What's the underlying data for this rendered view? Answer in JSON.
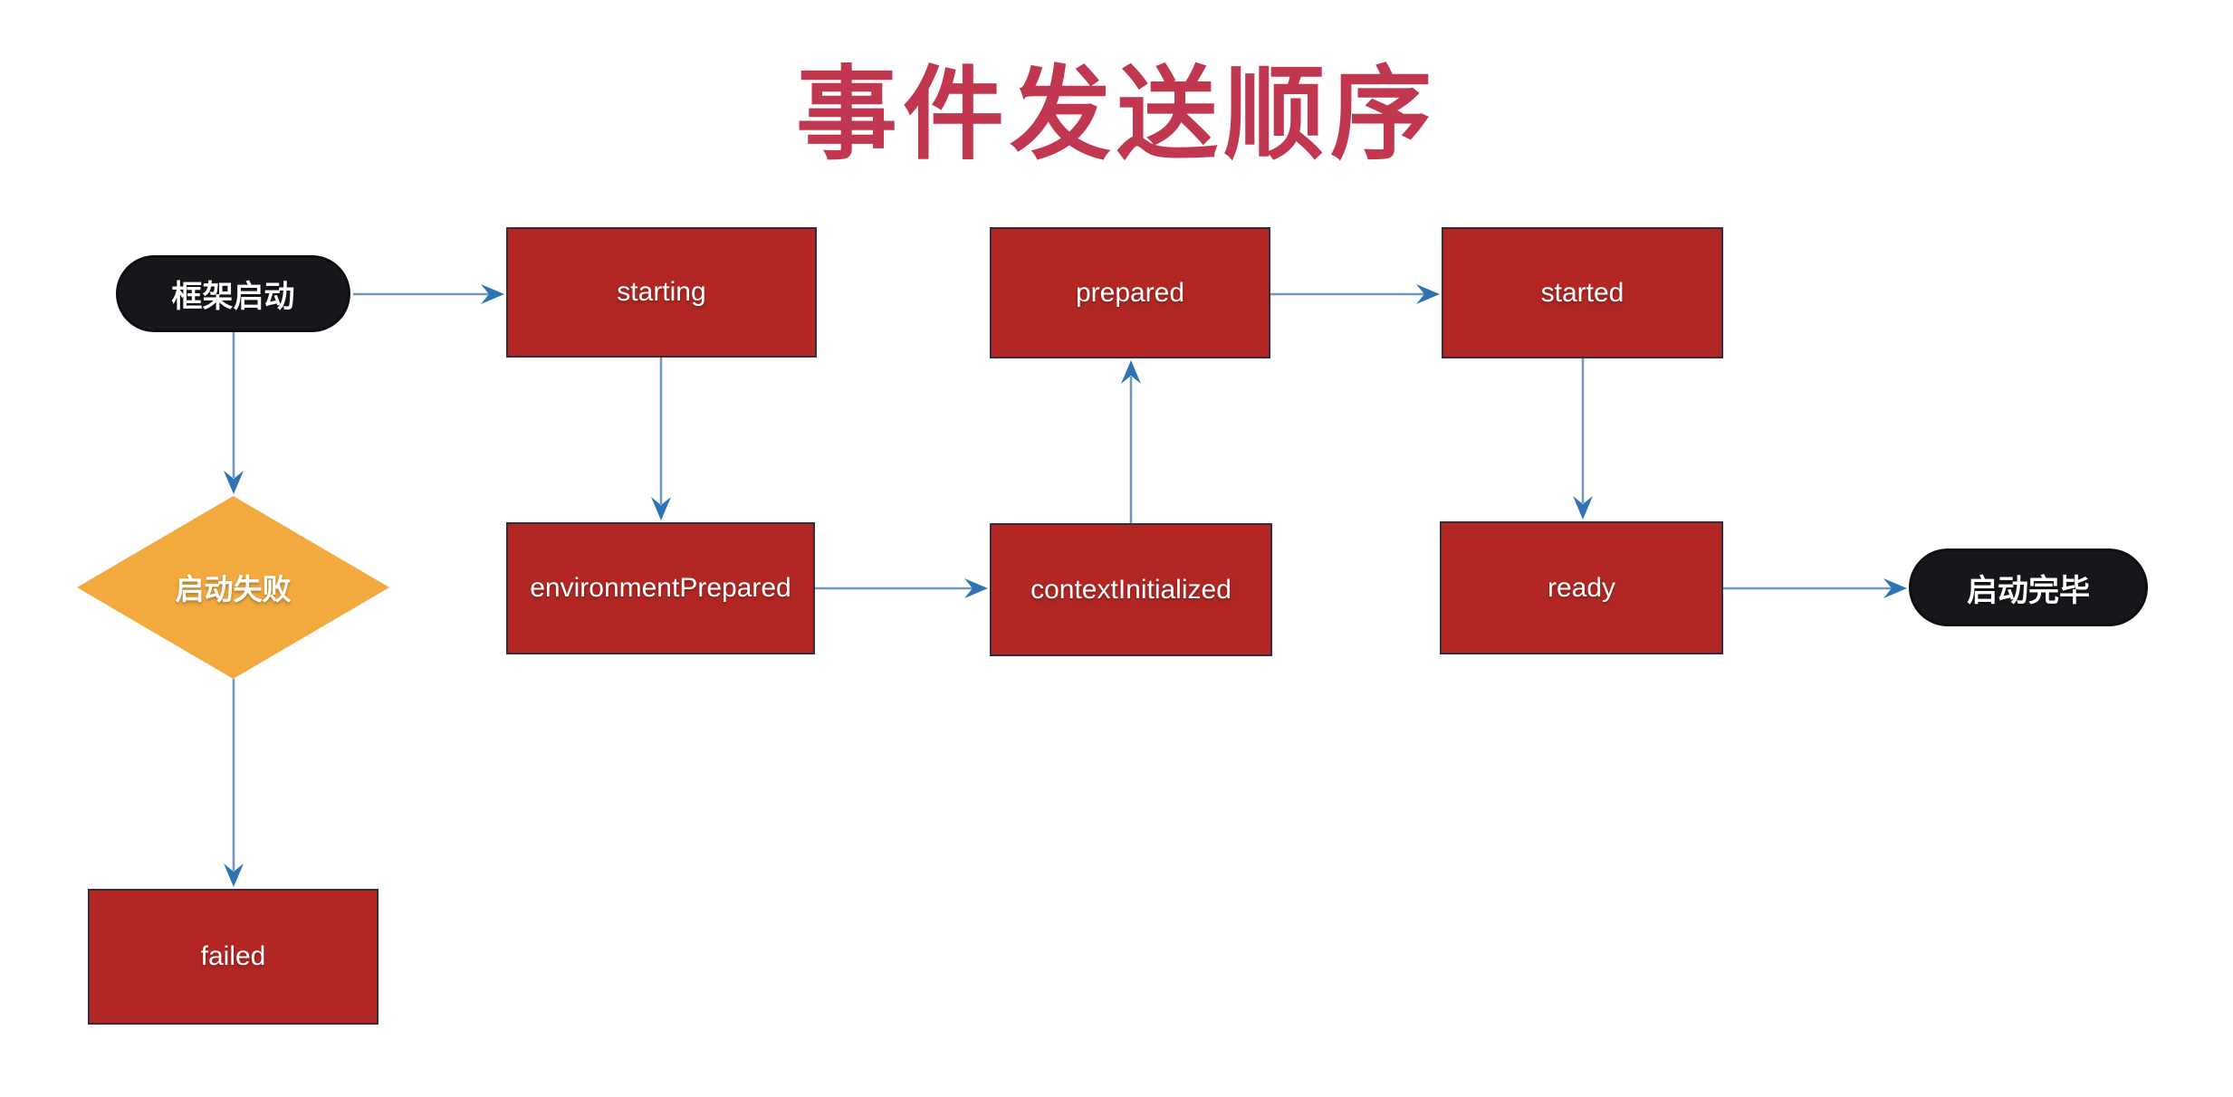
{
  "title": "事件发送顺序",
  "colors": {
    "title_red": "#C23750",
    "node_red": "#B22723",
    "node_border": "#3A2A38",
    "terminal_black": "#17171B",
    "decision_orange": "#F2A93E",
    "node_text": "#FFFFFF",
    "arrow_line": "#7796BC",
    "arrow_head": "#2E74B5",
    "background": "#FFFFFF"
  },
  "nodes": {
    "start_terminal": {
      "label": "框架启动"
    },
    "starting": {
      "label": "starting"
    },
    "prepared": {
      "label": "prepared"
    },
    "started": {
      "label": "started"
    },
    "startup_failed": {
      "label": "启动失败"
    },
    "environment_prepared": {
      "label": "environmentPrepared"
    },
    "context_initialized": {
      "label": "contextInitialized"
    },
    "ready": {
      "label": "ready"
    },
    "end_terminal": {
      "label": "启动完毕"
    },
    "failed": {
      "label": "failed"
    }
  },
  "edges": [
    {
      "name": "framework-start-to-starting",
      "direction": "right"
    },
    {
      "name": "framework-start-to-startup-failed",
      "direction": "down"
    },
    {
      "name": "startup-failed-to-failed",
      "direction": "down"
    },
    {
      "name": "starting-to-environment-prepared",
      "direction": "down"
    },
    {
      "name": "environment-prepared-to-context-initialized",
      "direction": "right"
    },
    {
      "name": "context-initialized-to-prepared",
      "direction": "up"
    },
    {
      "name": "prepared-to-started",
      "direction": "right"
    },
    {
      "name": "started-to-ready",
      "direction": "down"
    },
    {
      "name": "ready-to-startup-complete",
      "direction": "right"
    }
  ]
}
